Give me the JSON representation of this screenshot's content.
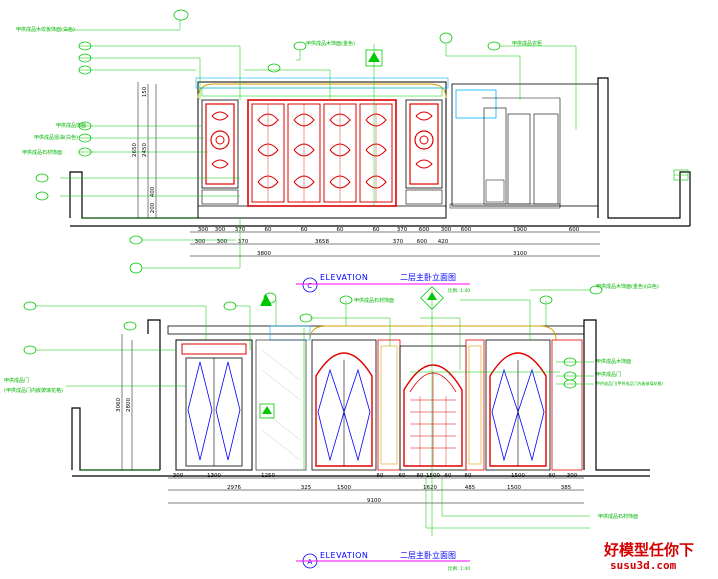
{
  "drawing": {
    "upper": {
      "title_en": "ELEVATION",
      "title_cn": "二层主卧立面图",
      "marker": "C",
      "scale": "比例: 1:40",
      "callouts_left": [
        "甲供成品木纹板饰面(白色)",
        "甲供成品饰面",
        "甲供成品混油(白色)",
        "甲供成品石材饰面"
      ],
      "callouts_top": [
        "甲供成品木饰面(金色)",
        "甲供成品衣柜"
      ],
      "dims_a": [
        "300",
        "300",
        "370",
        "60",
        "60",
        "60",
        "60",
        "370",
        "600",
        "300",
        "600",
        "1900",
        "600"
      ],
      "dims_b": [
        "300",
        "300",
        "370",
        "3658",
        "370",
        "600",
        "420"
      ],
      "dims_c": [
        "3800",
        "3100"
      ],
      "dims_v": [
        "2650",
        "2450",
        "400",
        "150",
        "200"
      ]
    },
    "lower": {
      "title_en": "ELEVATION",
      "title_cn": "二层主卧立面图",
      "marker": "A",
      "scale": "比例: 1:40",
      "callouts_left": [
        "甲供成品门",
        "(甲供成品门内嵌玻璃花格)"
      ],
      "callouts_top": [
        "甲供成品石材饰面",
        "甲供成品木饰面(金色)(白色)"
      ],
      "callouts_right": [
        "甲供成品木饰面",
        "甲供成品门",
        "甲供成品门(甲供成品门内嵌玻璃花格)"
      ],
      "callouts_bottom": [
        "甲供成品石材饰面"
      ],
      "dims_a": [
        "300",
        "1300",
        "1250",
        "60",
        "60",
        "60",
        "1500",
        "60",
        "60",
        "1500",
        "60",
        "300"
      ],
      "dims_b": [
        "2976",
        "325",
        "1500",
        "1620",
        "485",
        "1500",
        "385"
      ],
      "dims_c": [
        "9100"
      ],
      "dims_v": [
        "3060",
        "2800"
      ]
    }
  },
  "watermark": {
    "cn": "好模型任你下",
    "en": "susu3d.com"
  },
  "colors": {
    "line_green": "#00c800",
    "line_black": "#000000",
    "accent_red": "#e00000",
    "title_blue": "#0000ff",
    "highlight_cyan": "#00b4ff",
    "watermark_red": "#d40000"
  }
}
